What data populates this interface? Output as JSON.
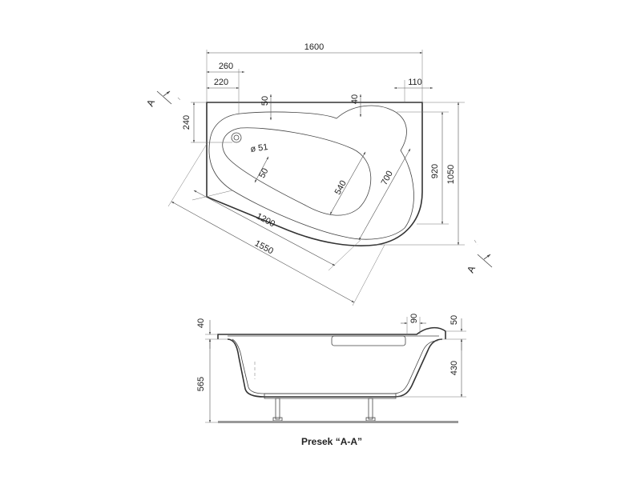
{
  "plan_dimensions": {
    "total_width": "1600",
    "offset_260": "260",
    "offset_220": "220",
    "corner_110": "110",
    "rim_50_top": "50",
    "rim_40_top": "40",
    "left_240": "240",
    "drain_diameter": "ø 51",
    "inner_50": "50",
    "basin_540": "540",
    "basin_700": "700",
    "height_920": "920",
    "height_1050": "1050",
    "length_1200": "1200",
    "length_1550": "1550"
  },
  "section_markers": {
    "top_left": "A",
    "bottom_right": "A"
  },
  "section_dimensions": {
    "rim_40": "40",
    "height_565": "565",
    "step_90": "90",
    "rim_50": "50",
    "depth_430": "430"
  },
  "caption": "Presek “A-A”"
}
